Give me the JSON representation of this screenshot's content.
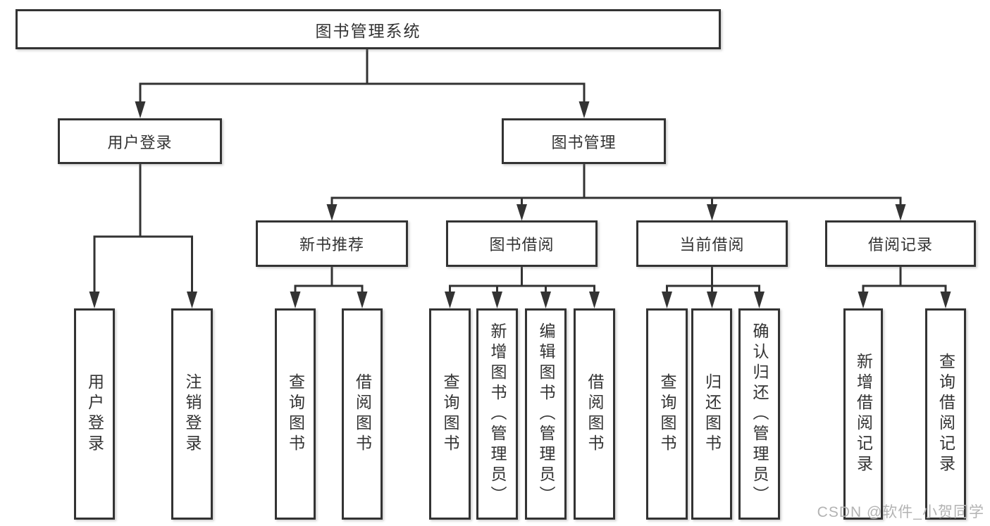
{
  "diagram_title": "图书管理系统",
  "tree": {
    "root": {
      "label": "图书管理系统",
      "children": [
        {
          "label": "用户登录",
          "children": [
            {
              "label": "用户登录"
            },
            {
              "label": "注销登录"
            }
          ]
        },
        {
          "label": "图书管理",
          "children": [
            {
              "label": "新书推荐",
              "children": [
                {
                  "label": "查询图书"
                },
                {
                  "label": "借阅图书"
                }
              ]
            },
            {
              "label": "图书借阅",
              "children": [
                {
                  "label": "查询图书"
                },
                {
                  "label": "新增图书（管理员）"
                },
                {
                  "label": "编辑图书（管理员）"
                },
                {
                  "label": "借阅图书"
                }
              ]
            },
            {
              "label": "当前借阅",
              "children": [
                {
                  "label": "查询图书"
                },
                {
                  "label": "归还图书"
                },
                {
                  "label": "确认归还（管理员）"
                }
              ]
            },
            {
              "label": "借阅记录",
              "children": [
                {
                  "label": "新增借阅记录"
                },
                {
                  "label": "查询借阅记录"
                }
              ]
            }
          ]
        }
      ]
    }
  },
  "watermark": {
    "text": "CSDN @软件_小贺同学",
    "color": "#b3b3b3"
  },
  "colors": {
    "line": "#333333",
    "text": "#333333",
    "background": "#ffffff"
  }
}
